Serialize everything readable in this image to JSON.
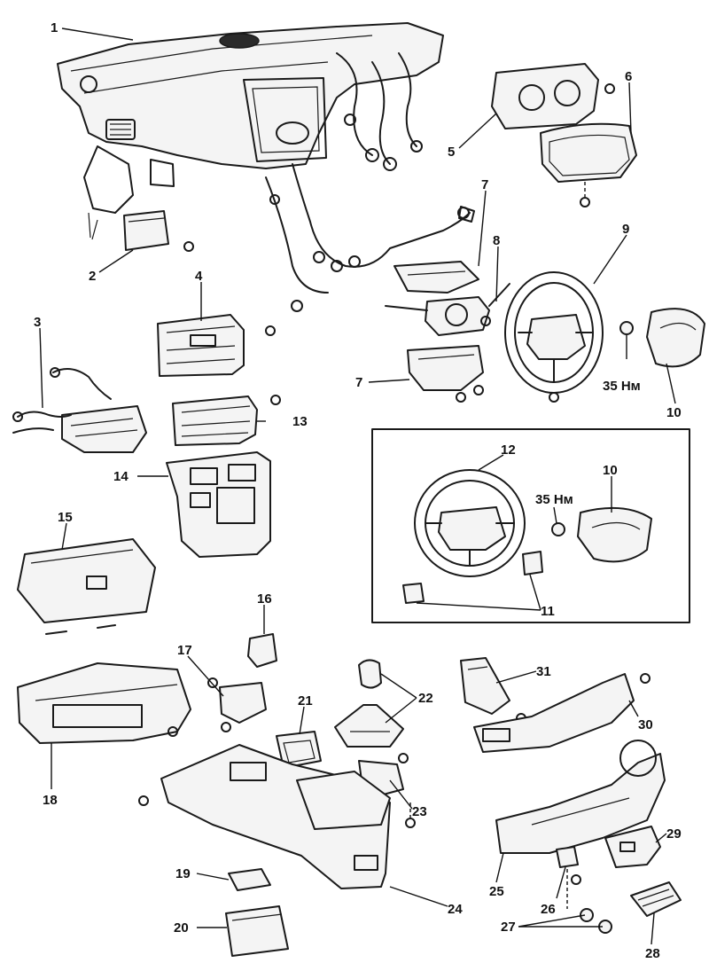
{
  "callouts": {
    "c1": "1",
    "c2": "2",
    "c3": "3",
    "c4": "4",
    "c5": "5",
    "c6": "6",
    "c7a": "7",
    "c7b": "7",
    "c8": "8",
    "c9": "9",
    "c10a": "10",
    "c10b": "10",
    "c11": "11",
    "c12": "12",
    "c13": "13",
    "c14": "14",
    "c15": "15",
    "c16": "16",
    "c17": "17",
    "c18": "18",
    "c19": "19",
    "c20": "20",
    "c21": "21",
    "c22": "22",
    "c23": "23",
    "c24": "24",
    "c25": "25",
    "c26": "26",
    "c27": "27",
    "c28": "28",
    "c29": "29",
    "c30": "30",
    "c31": "31"
  },
  "torque": {
    "t1": "35 Нм",
    "t2": "35 Нм"
  }
}
